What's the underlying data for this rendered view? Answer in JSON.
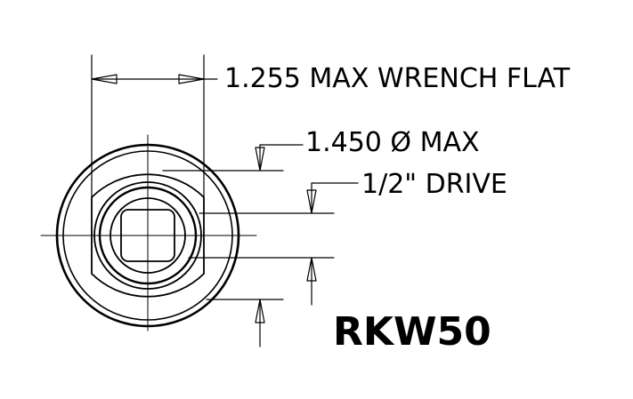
{
  "drawing": {
    "wrench_flat_label": "1.255  MAX WRENCH FLAT",
    "diameter_label": "1.450 Ø MAX",
    "drive_label": "1/2\" DRIVE",
    "part_number": "RKW50"
  },
  "colors": {
    "line": "#000000",
    "background": "#ffffff"
  }
}
